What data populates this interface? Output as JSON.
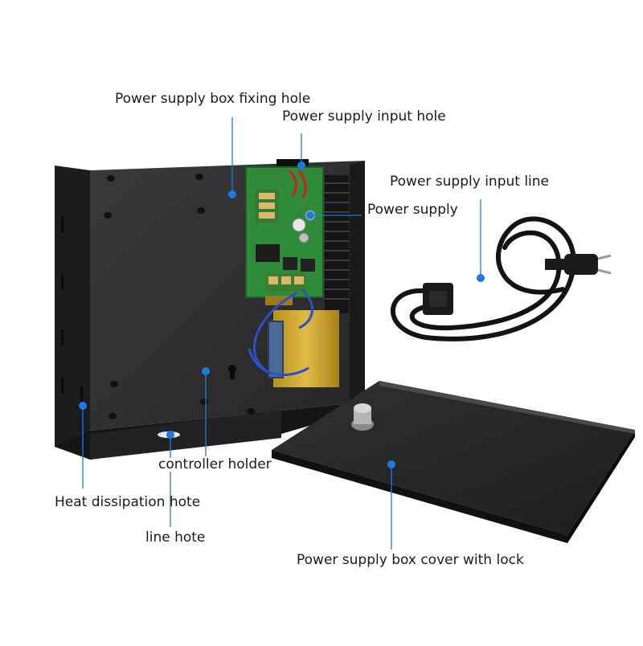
{
  "labels": {
    "fixing_hole": "Power supply box fixing hole",
    "input_hole": "Power supply input hole",
    "input_line": "Power supply input line",
    "power_supply": "Power supply",
    "controller_holder": "controller holder",
    "heat_dissipation": "Heat dissipation hote",
    "line_hole": "line hote",
    "cover_with_lock": "Power supply box cover with lock"
  },
  "colors": {
    "accent": "#1f7ae0",
    "box": "#2b2b2d",
    "pcb": "#2f8a3a",
    "transformer": "#c9a227",
    "cable": "#111111"
  }
}
